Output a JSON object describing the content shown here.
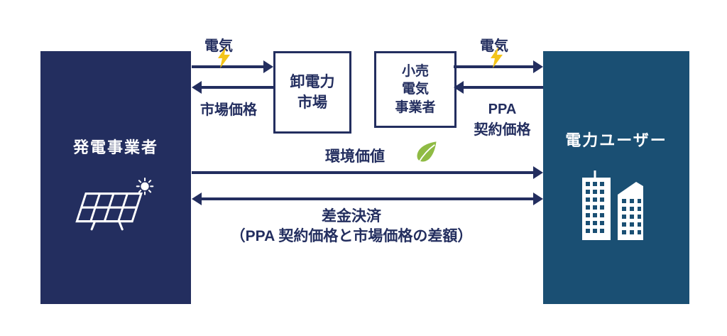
{
  "colors": {
    "navy": "#232e5f",
    "steel_blue": "#1a4f73",
    "lightning_yellow": "#f3c41a",
    "leaf_green": "#8fbb44",
    "background": "#ffffff"
  },
  "generator_box": {
    "label": "発電事業者"
  },
  "user_box": {
    "label": "電力ユーザー"
  },
  "market_box": {
    "label": "卸電力\n市場"
  },
  "retailer_box": {
    "label": "小売\n電気\n事業者"
  },
  "flows": {
    "electricity_to_market": "電気",
    "market_price": "市場価格",
    "electricity_to_user": "電気",
    "ppa_price": "PPA\n契約価格",
    "environmental_value": "環境価値",
    "settlement_title": "差金決済",
    "settlement_detail": "（PPA 契約価格と市場価格の差額）"
  }
}
